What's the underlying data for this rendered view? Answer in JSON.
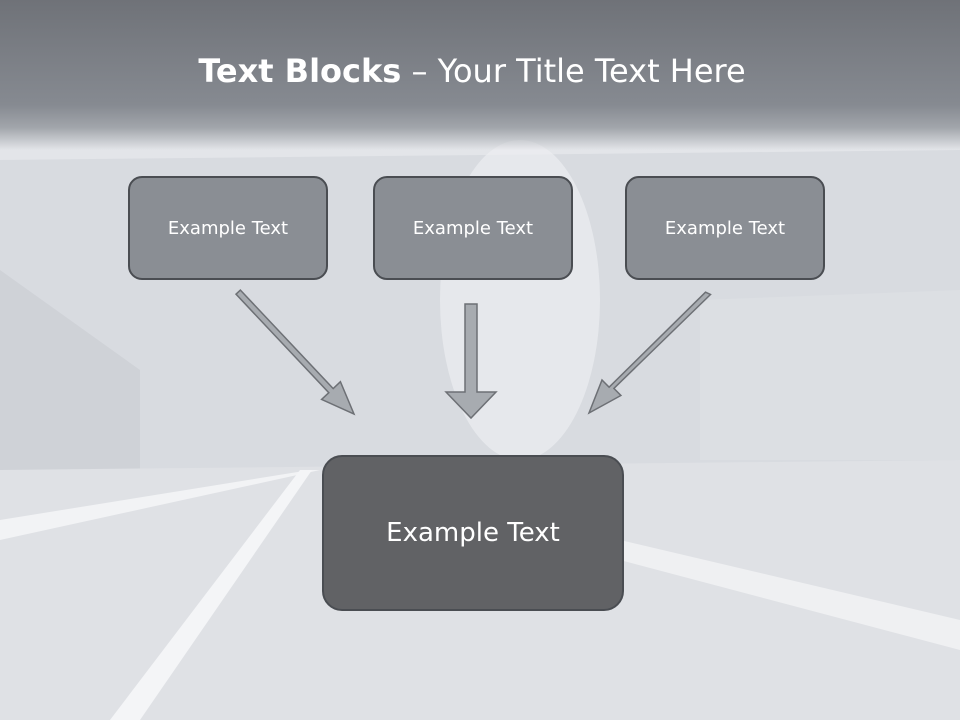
{
  "title": {
    "bold": "Text Blocks",
    "separator": " – ",
    "rest": "Your Title Text Here"
  },
  "blocks": {
    "left": "Example Text",
    "center": "Example Text",
    "right": "Example Text"
  },
  "target": "Example Text",
  "colors": {
    "header": "#7a7e84",
    "small_box_fill": "#8a8e94",
    "big_box_fill": "#616265",
    "box_border": "#4a4d52",
    "arrow_fill": "#a7abb0",
    "arrow_stroke": "#6d7075"
  }
}
